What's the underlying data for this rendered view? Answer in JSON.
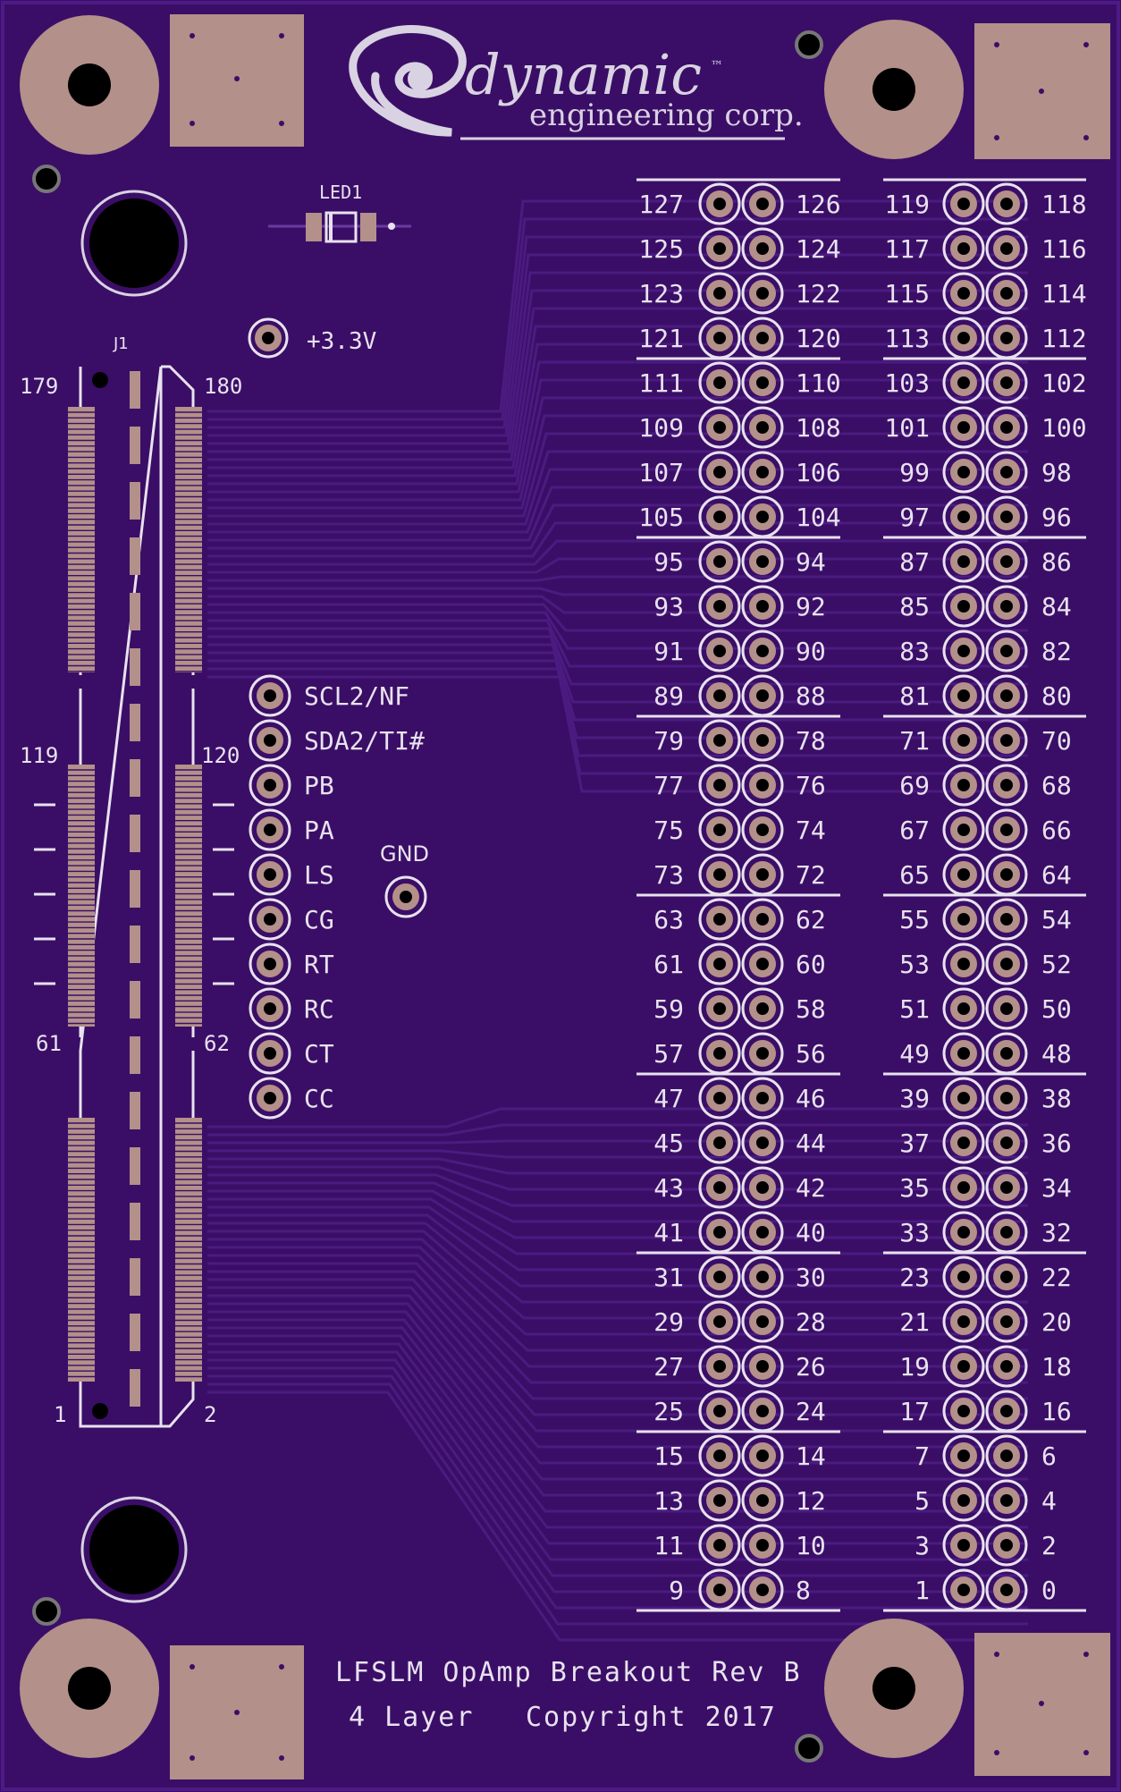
{
  "logo": {
    "brand": "dynamic",
    "tm": "™",
    "subtitle": "engineering corp."
  },
  "led": {
    "ref": "LED1"
  },
  "connector": {
    "ref": "J1",
    "pin_labels": {
      "top_left": "179",
      "top_right": "180",
      "mid_left": "119",
      "mid_right": "120",
      "low_left": "61",
      "low_right": "62",
      "bottom_left": "1",
      "bottom_right": "2"
    }
  },
  "power_label": "+3.3V",
  "signal_pads": [
    "SCL2/NF",
    "SDA2/TI#",
    "PB",
    "PA",
    "LS",
    "CG",
    "RT",
    "RC",
    "CT",
    "CC"
  ],
  "gnd_label": "GND",
  "header_rows": [
    [
      "127",
      "126",
      "119",
      "118"
    ],
    [
      "125",
      "124",
      "117",
      "116"
    ],
    [
      "123",
      "122",
      "115",
      "114"
    ],
    [
      "121",
      "120",
      "113",
      "112"
    ],
    [
      "111",
      "110",
      "103",
      "102"
    ],
    [
      "109",
      "108",
      "101",
      "100"
    ],
    [
      "107",
      "106",
      "99",
      "98"
    ],
    [
      "105",
      "104",
      "97",
      "96"
    ],
    [
      "95",
      "94",
      "87",
      "86"
    ],
    [
      "93",
      "92",
      "85",
      "84"
    ],
    [
      "91",
      "90",
      "83",
      "82"
    ],
    [
      "89",
      "88",
      "81",
      "80"
    ],
    [
      "79",
      "78",
      "71",
      "70"
    ],
    [
      "77",
      "76",
      "69",
      "68"
    ],
    [
      "75",
      "74",
      "67",
      "66"
    ],
    [
      "73",
      "72",
      "65",
      "64"
    ],
    [
      "63",
      "62",
      "55",
      "54"
    ],
    [
      "61",
      "60",
      "53",
      "52"
    ],
    [
      "59",
      "58",
      "51",
      "50"
    ],
    [
      "57",
      "56",
      "49",
      "48"
    ],
    [
      "47",
      "46",
      "39",
      "38"
    ],
    [
      "45",
      "44",
      "37",
      "36"
    ],
    [
      "43",
      "42",
      "35",
      "34"
    ],
    [
      "41",
      "40",
      "33",
      "32"
    ],
    [
      "31",
      "30",
      "23",
      "22"
    ],
    [
      "29",
      "28",
      "21",
      "20"
    ],
    [
      "27",
      "26",
      "19",
      "18"
    ],
    [
      "25",
      "24",
      "17",
      "16"
    ],
    [
      "15",
      "14",
      "7",
      "6"
    ],
    [
      "13",
      "12",
      "5",
      "4"
    ],
    [
      "11",
      "10",
      "3",
      "2"
    ],
    [
      "9",
      "8",
      "1",
      "0"
    ]
  ],
  "footer": {
    "line1": "LFSLM OpAmp Breakout Rev B",
    "line2_left": "4 Layer",
    "line2_right": "Copyright 2017"
  },
  "colors": {
    "board": "#3a0e66",
    "copper": "#b3908a",
    "silk": "#e8e2ef",
    "trace": "#4b1b80"
  }
}
